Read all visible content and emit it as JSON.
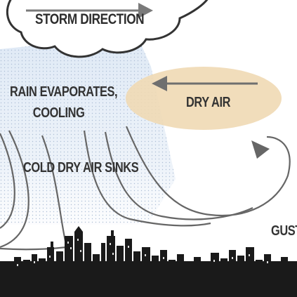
{
  "labels": {
    "storm_direction": "STORM DIRECTION",
    "rain_line1": "RAIN  EVAPORATES,",
    "rain_line2": "COOLING",
    "dry_air": "DRY AIR",
    "cold_dry_air_sinks": "COLD  DRY AIR SINKS",
    "gust": "GUST"
  },
  "colors": {
    "cloud_outline": "#3a3a3a",
    "arrow": "#7a7a7a",
    "dry_air_fill": "#efd9b4",
    "rain_shading": "#dbe7f4",
    "rain_dots": "#b7c9de",
    "downdraft_lines": "#666666",
    "skyline": "#1a1a1a",
    "text": "#333333"
  },
  "icons": {
    "storm_arrow": "arrow-right-icon",
    "dry_air_arrow": "arrow-left-icon",
    "gust_arrow": "curved-arrow-icon"
  }
}
